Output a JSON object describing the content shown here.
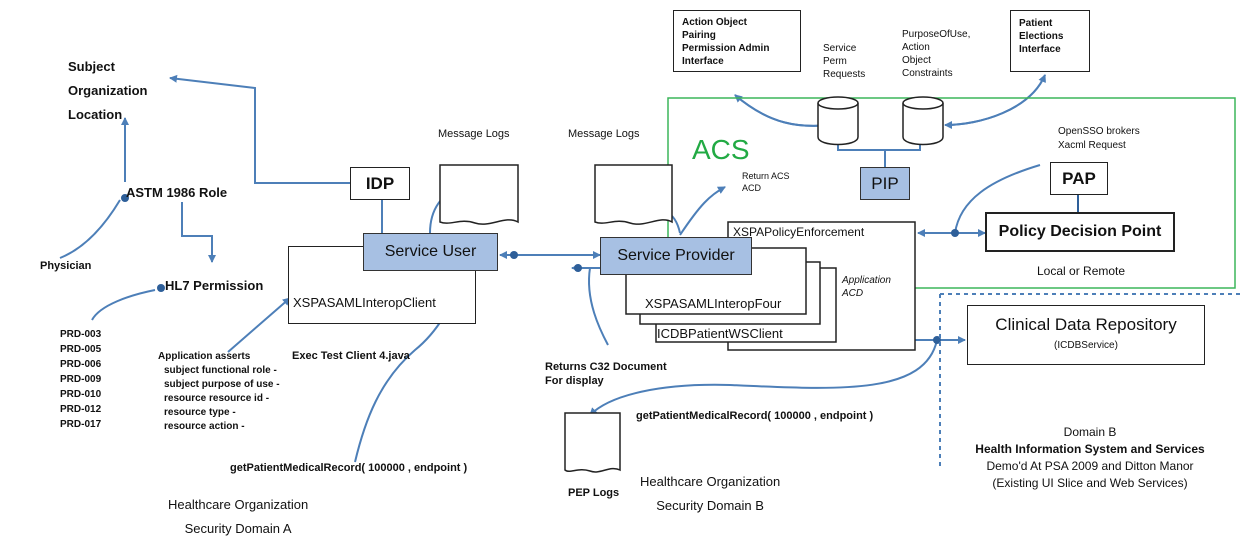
{
  "left": {
    "subject_lines": [
      "Subject",
      "Organization",
      "Location"
    ],
    "astm_role": "ASTM 1986 Role",
    "physician": "Physician",
    "hl7_permission": "HL7 Permission",
    "prd_codes": [
      "PRD-003",
      "PRD-005",
      "PRD-006",
      "PRD-009",
      "PRD-010",
      "PRD-012",
      "PRD-017"
    ],
    "assertion_lines": [
      "Application asserts",
      "subject functional role -",
      "subject purpose of use -",
      "resource resource id -",
      "resource type -",
      "resource action -"
    ],
    "idp": "IDP",
    "message_logs": "Message Logs",
    "service_user": "Service User",
    "interop_client": "XSPASAMLInteropClient",
    "test_client": "Exec   Test Client 4.java",
    "get_record_a": "getPatientMedicalRecord( 100000 , endpoint )",
    "org_a_lines": [
      "Healthcare Organization",
      "Security Domain A"
    ]
  },
  "middle": {
    "message_logs": "Message Logs",
    "service_provider": "Service Provider",
    "interop_four": "XSPASAMLInteropFour",
    "icdb_client": "ICDBPatientWSClient",
    "pep_note_lines": [
      "Return ACS",
      "ACD"
    ],
    "return_doc_lines": [
      "Returns C32 Document",
      "For display"
    ],
    "pep_logs": "PEP Logs",
    "get_record_b": "getPatientMedicalRecord( 100000 , endpoint )",
    "org_b_lines": [
      "Healthcare Organization",
      "Security Domain B"
    ]
  },
  "acs": {
    "label": "ACS",
    "enforcement": "XSPAPolicyEnforcement",
    "app_acd_lines": [
      "Application",
      "ACD"
    ],
    "pip": "PIP",
    "pap": "PAP",
    "pdp": "Policy Decision Point",
    "local_remote": "Local or Remote",
    "opensso_lines": [
      "OpenSSO brokers",
      "Xacml Request"
    ]
  },
  "top": {
    "action_box_lines": [
      "Action Object",
      "Pairing",
      "Permission Admin",
      "Interface"
    ],
    "service_perm_lines": [
      "Service",
      "Perm",
      "Requests"
    ],
    "purpose_lines": [
      "PurposeOfUse,",
      "Action",
      "Object",
      "Constraints"
    ],
    "patient_box_lines": [
      "Patient",
      "Elections",
      "Interface"
    ]
  },
  "right": {
    "cdr_title": "Clinical Data Repository",
    "cdr_sub": "(ICDBService)",
    "domain_lines": [
      "Domain B",
      "Health Information System and Services",
      "Demo'd At PSA 2009 and Ditton Manor",
      "(Existing UI Slice and Web Services)"
    ]
  },
  "colors": {
    "accent_blue": "#a7c0e3",
    "arrow_blue": "#4d7fb8",
    "acs_green": "#22aa44"
  }
}
